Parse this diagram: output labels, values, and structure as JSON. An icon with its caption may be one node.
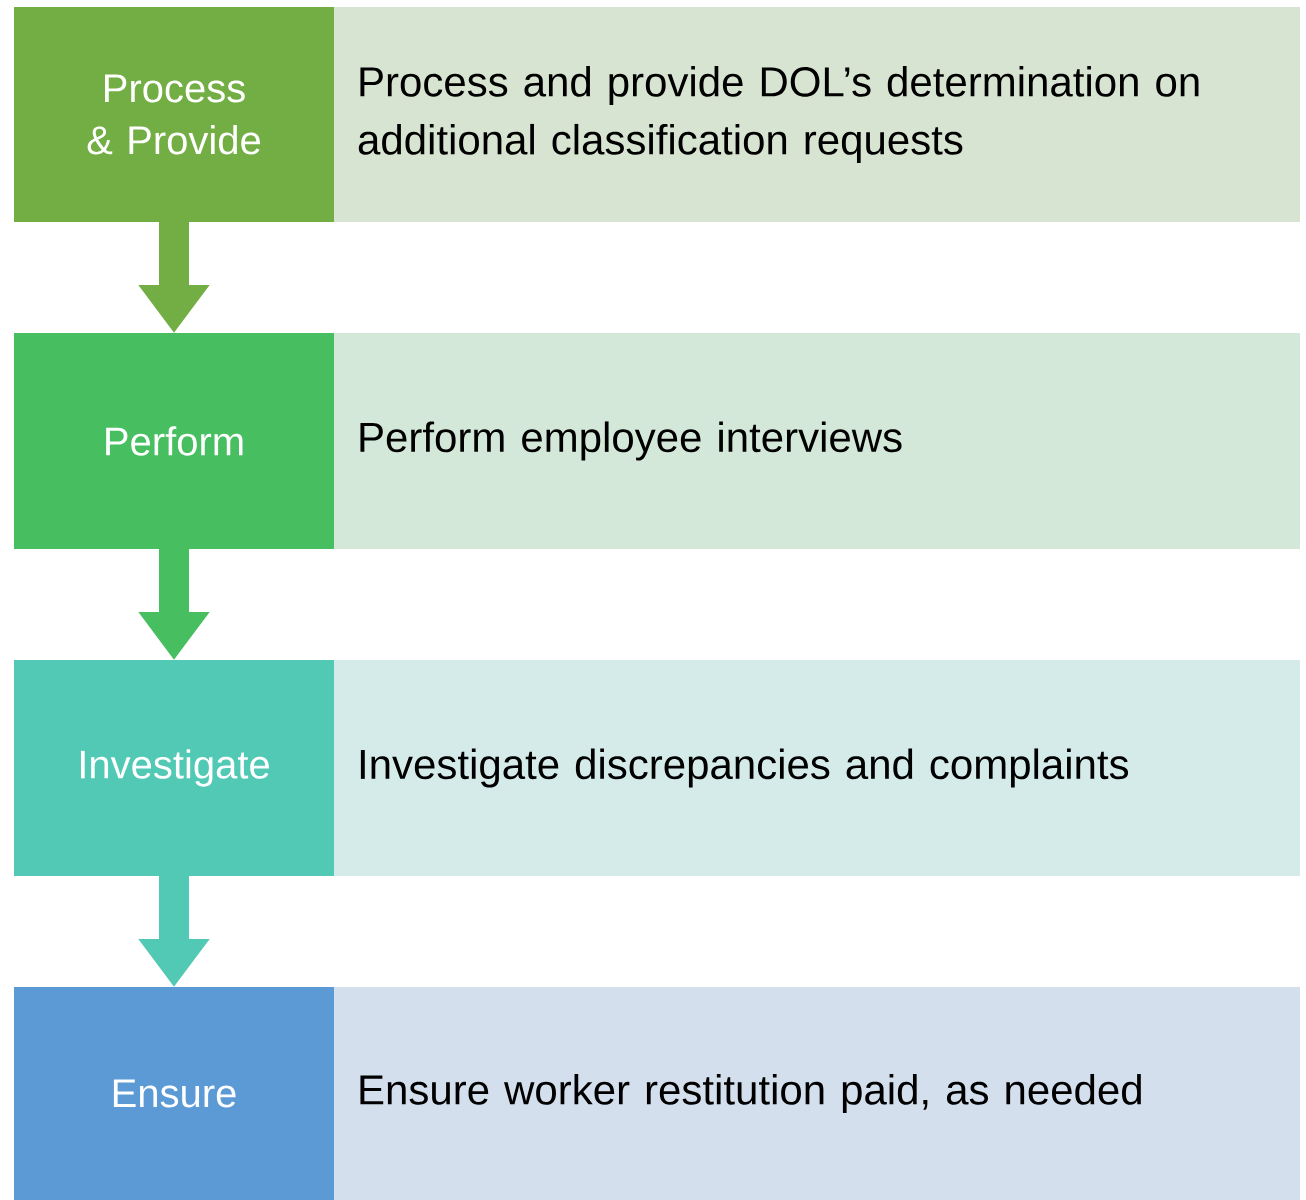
{
  "diagram": {
    "nodes": [
      {
        "text": [
          "Process & Provide"
        ]
      },
      {
        "text": [
          "Process and provide DOL’s determination on additional classification requests"
        ]
      },
      {
        "text": [
          "Perform"
        ]
      },
      {
        "text": [
          "Perform employee interviews"
        ]
      },
      {
        "text": [
          "Investigate"
        ]
      },
      {
        "text": [
          "Investigate discrepancies and complaints"
        ]
      },
      {
        "text": [
          "Ensure"
        ]
      },
      {
        "text": [
          "Ensure worker restitution paid, as needed"
        ]
      }
    ],
    "edges": [
      {
        "from": 0,
        "to": 2,
        "arrow": "to",
        "color": "#73ae45"
      },
      {
        "from": 2,
        "to": 4,
        "arrow": "to",
        "color": "#47bf60"
      },
      {
        "from": 4,
        "to": 6,
        "arrow": "to",
        "color": "#52c9b4"
      }
    ]
  }
}
